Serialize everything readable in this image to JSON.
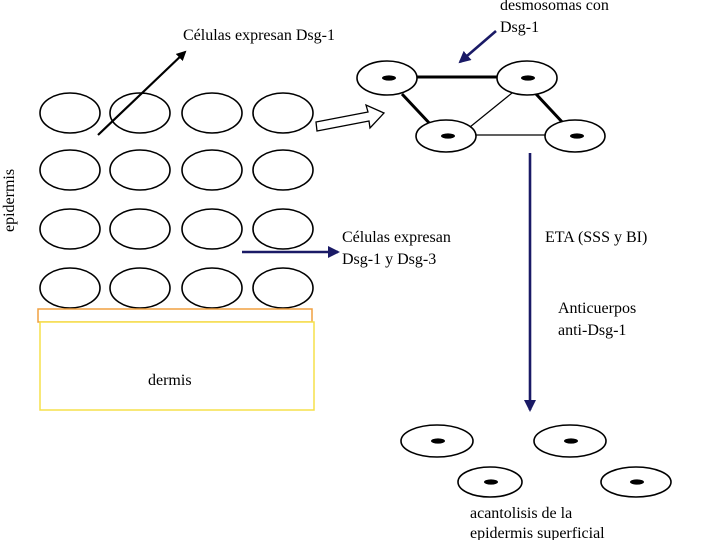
{
  "labels": {
    "cells_dsg1": "Células expresan Dsg-1",
    "desmosomes_line1": "desmosomas con",
    "desmosomes_line2": "Dsg-1",
    "epidermis": "epidermis",
    "cells_dsg13_line1": "Células expresan",
    "cells_dsg13_line2": "Dsg-1 y Dsg-3",
    "eta": "ETA (SSS y BI)",
    "antibodies_line1": "Anticuerpos",
    "antibodies_line2": "anti-Dsg-1",
    "dermis": "dermis",
    "acantholysis_line1": "acantolisis de la",
    "acantholysis_line2": "epidermis superficial"
  },
  "colors": {
    "arrow_navy": "#1a1a66",
    "dermis_border": "#f5e04a",
    "basement_border": "#f0a040",
    "ink": "#000000"
  }
}
